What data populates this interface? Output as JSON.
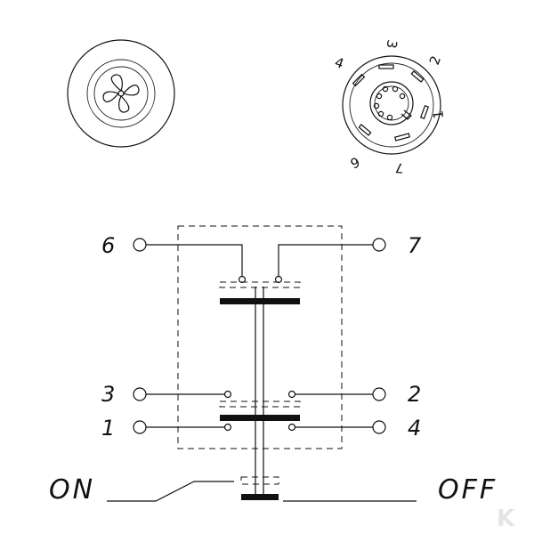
{
  "connector_pins": [
    "3",
    "4",
    "2",
    "1",
    "6",
    "7"
  ],
  "terminals": {
    "t6": "6",
    "t7": "7",
    "t3": "3",
    "t2": "2",
    "t1": "1",
    "t4": "4"
  },
  "states": {
    "on": "ON",
    "off": "OFF"
  },
  "watermark": "K",
  "icons": {
    "front_view": "fan-icon",
    "rear_view": "connector-pins-icon"
  }
}
